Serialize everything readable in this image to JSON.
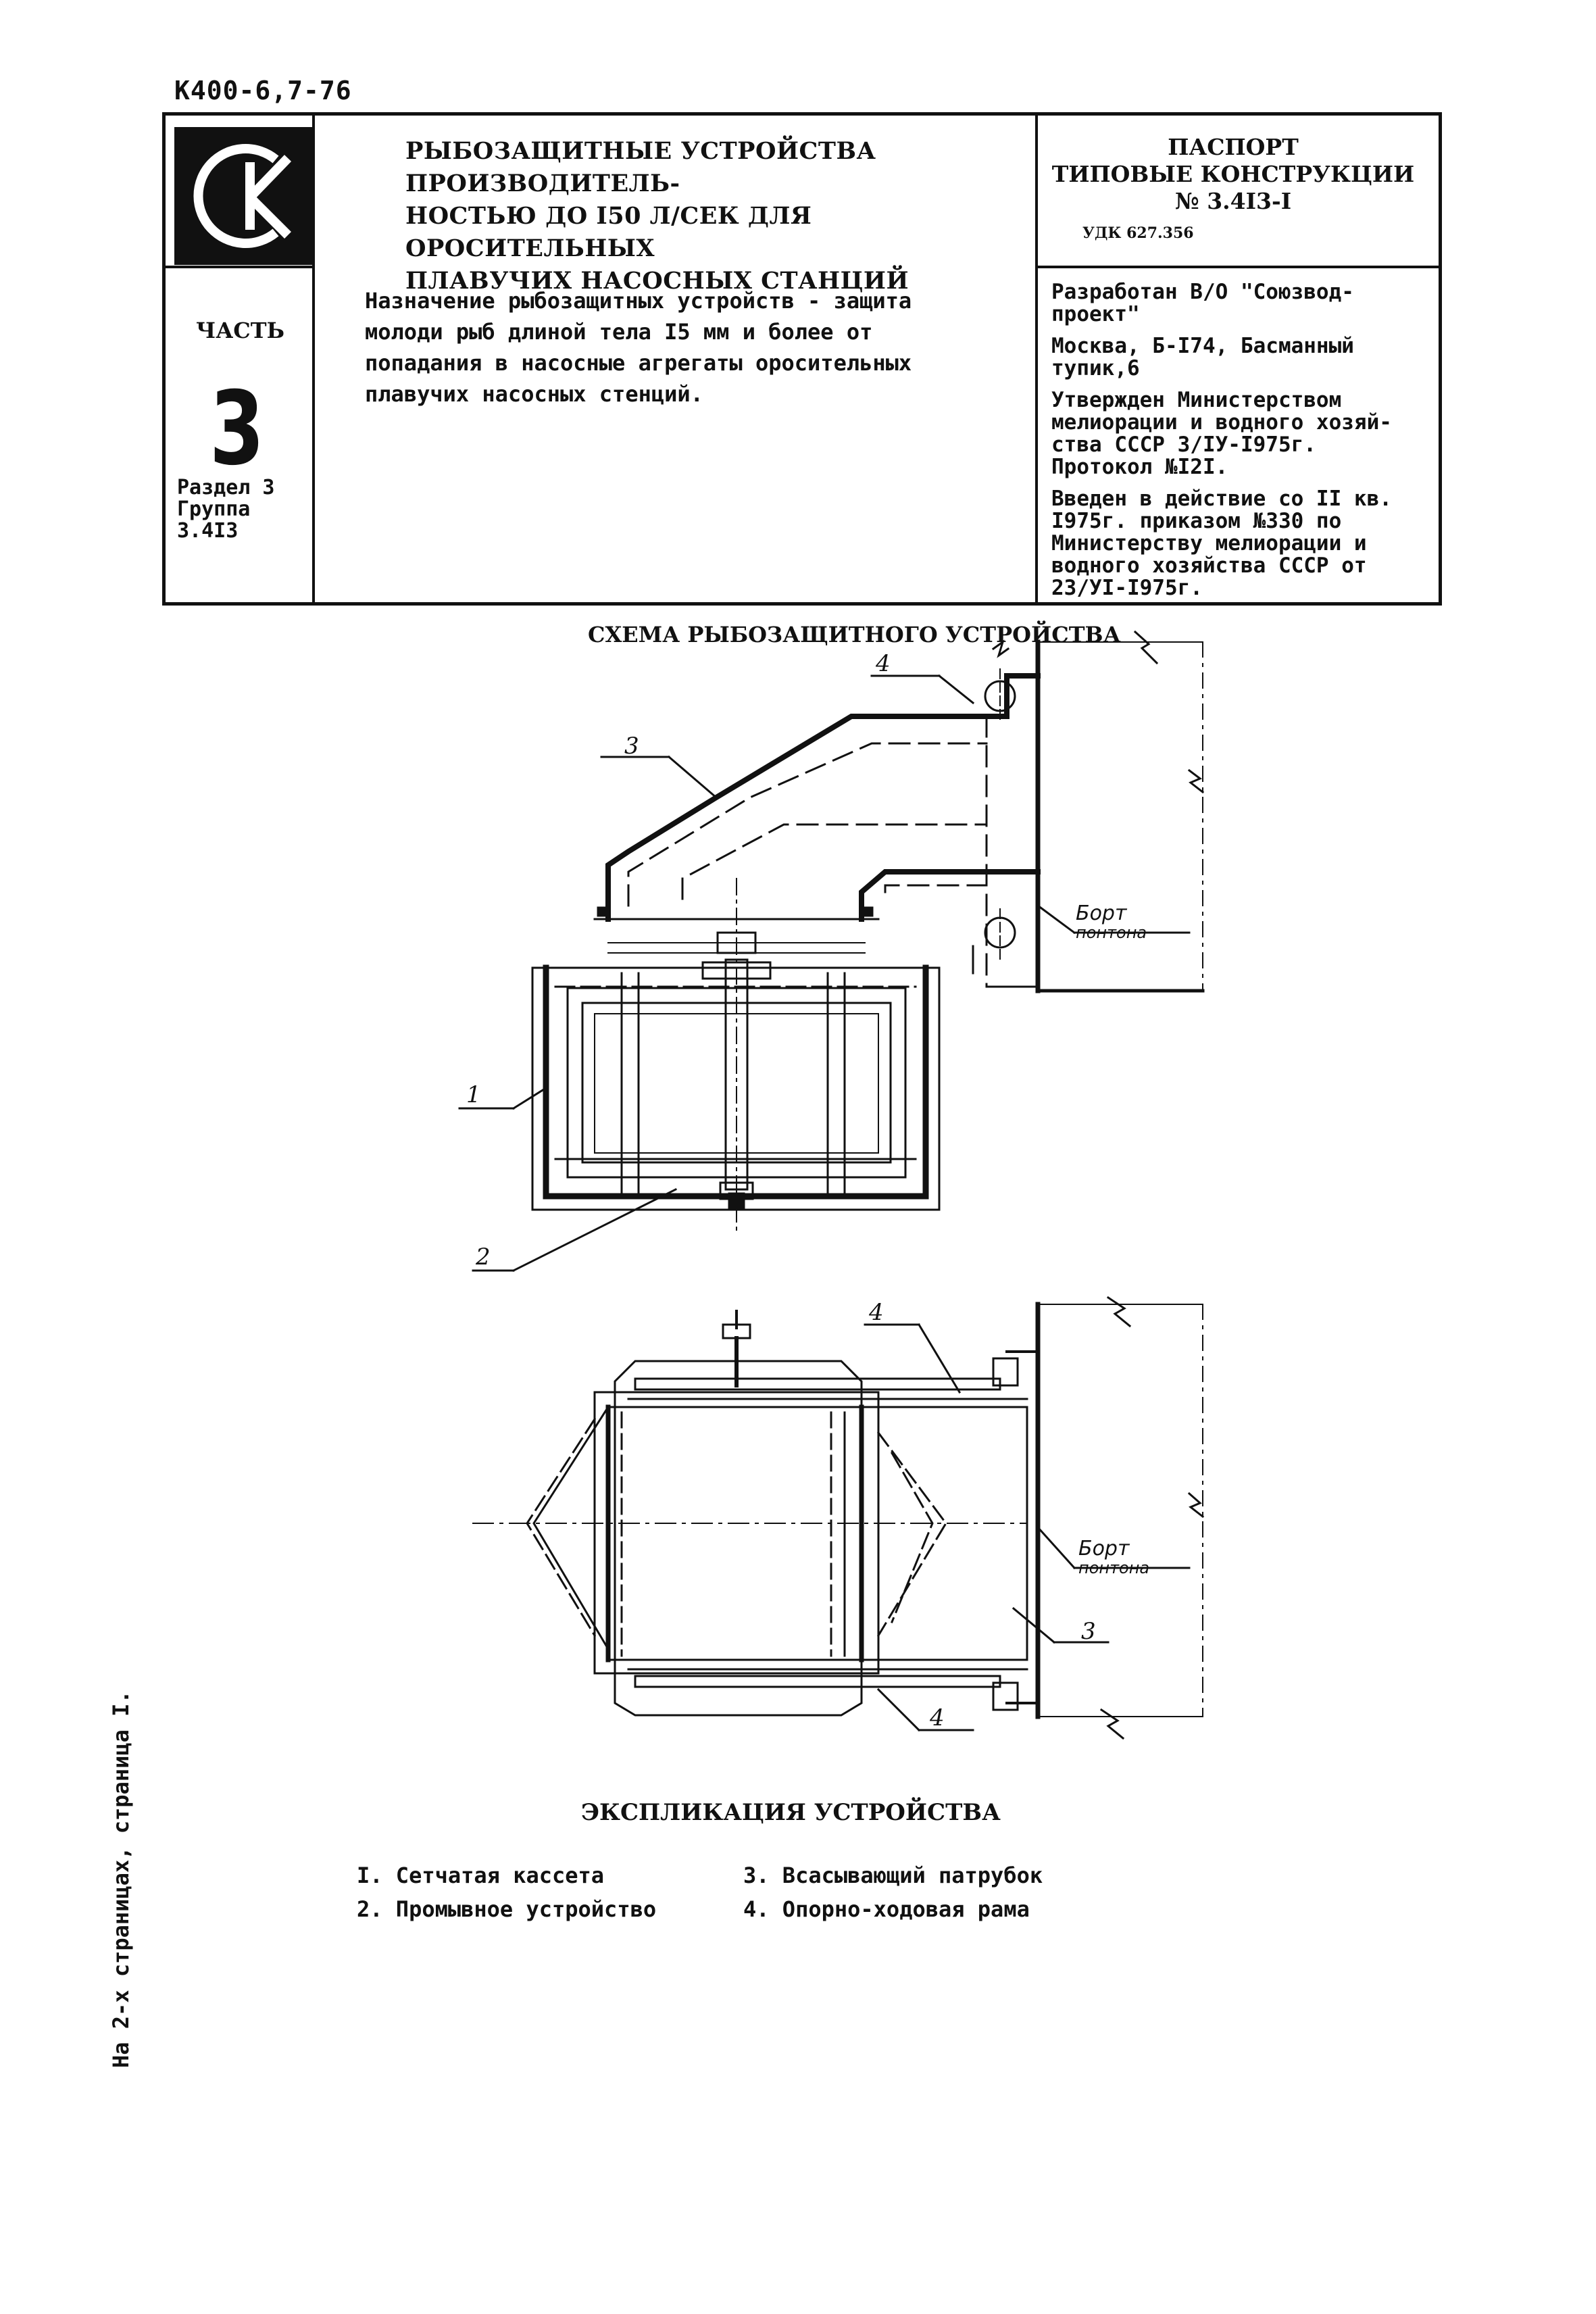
{
  "doc_code": "К400-6,7-76",
  "header": {
    "title": "РЫБОЗАЩИТНЫЕ УСТРОЙСТВА ПРОИЗВОДИТЕЛЬНОСТЬЮ ДО I50 л/сек ДЛЯ ОРОСИТЕЛЬНЫХ ПЛАВУЧИХ НАСОСНЫХ СТАНЦИЙ",
    "title_lines": [
      "РЫБОЗАЩИТНЫЕ УСТРОЙСТВА ПРОИЗВОДИТЕЛЬ-",
      "НОСТЬЮ ДО I50 л/сек ДЛЯ ОРОСИТЕЛЬНЫХ",
      "ПЛАВУЧИХ НАСОСНЫХ СТАНЦИЙ"
    ],
    "passport_line1": "ПАСПОРТ",
    "passport_line2": "ТИПОВЫЕ КОНСТРУКЦИИ",
    "passport_line3": "№ 3.4I3-I",
    "udk": "УДК 627.356",
    "part_label": "ЧАСТЬ",
    "part_number": "3",
    "section_line1": "Раздел 3",
    "section_line2": "Группа",
    "section_line3": "3.4I3",
    "purpose_lines": [
      "Назначение рыбозащитных устройств - защита",
      "молоди рыб длиной тела I5 мм и более от",
      "попадания в насосные агрегаты оросительных",
      "плавучих насосных стенций."
    ],
    "developed": "Разработан В/О \"Союзвод-проект\"",
    "developed_lines": [
      "Разработан В/О \"Союзвод-",
      "проект\""
    ],
    "address_lines": [
      "Москва, Б-I74, Басманный",
      "тупик,6"
    ],
    "approved_lines": [
      "Утвержден Министерством",
      "мелиорации и водного хозяй-",
      "ства СССР 3/IУ-I975г.",
      "Протокол №I2I."
    ],
    "enacted_lines": [
      "Введен в действие со II кв.",
      "I975г. приказом №330 по",
      "Министерству мелиорации и",
      "водного хозяйства СССР от",
      "23/УI-I975г."
    ]
  },
  "logo": {
    "letters": "СК",
    "color": "#111111"
  },
  "schema": {
    "title": "СХЕМА РЫБОЗАЩИТНОГО УСТРОЙСТВА",
    "callouts_top": [
      "4",
      "3",
      "1",
      "2"
    ],
    "callouts_bottom": [
      "4",
      "3",
      "4"
    ],
    "bort_label_line1": "Борт",
    "bort_label_line2": "понтона"
  },
  "explication": {
    "title": "ЭКСПЛИКАЦИЯ УСТРОЙСТВА",
    "items": [
      "I. Сетчатая кассета",
      "2. Промывное устройство",
      "3. Всасывающий патрубок",
      "4. Опорно-ходовая рама"
    ]
  },
  "side_note": "На 2-х страницах, страница I."
}
